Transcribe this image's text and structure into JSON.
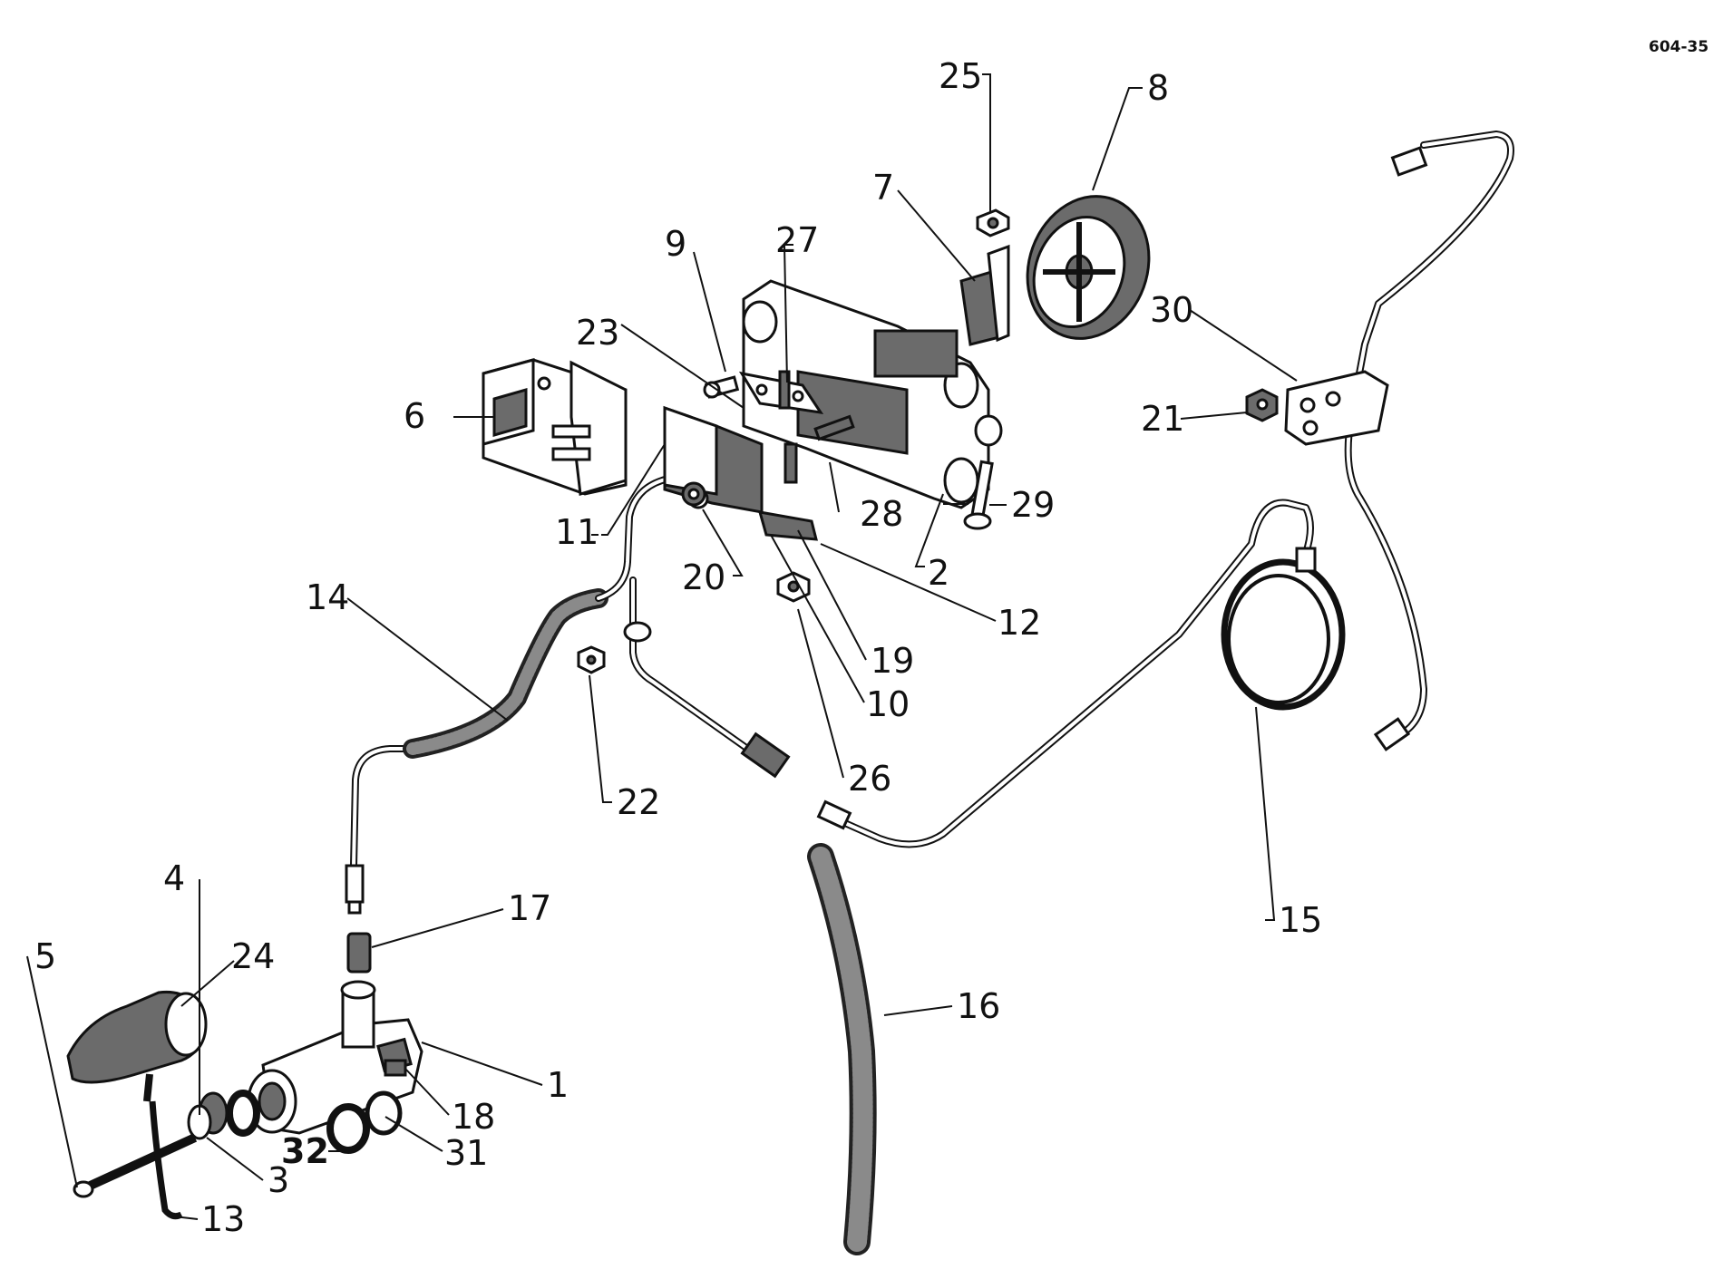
{
  "reference": "604-35",
  "callouts": [
    {
      "id": "1",
      "text": "1"
    },
    {
      "id": "2",
      "text": "2"
    },
    {
      "id": "3",
      "text": "3"
    },
    {
      "id": "4",
      "text": "4"
    },
    {
      "id": "5",
      "text": "5"
    },
    {
      "id": "6",
      "text": "6"
    },
    {
      "id": "7",
      "text": "7"
    },
    {
      "id": "8",
      "text": "8"
    },
    {
      "id": "9",
      "text": "9"
    },
    {
      "id": "10",
      "text": "10"
    },
    {
      "id": "11",
      "text": "11"
    },
    {
      "id": "12",
      "text": "12"
    },
    {
      "id": "13",
      "text": "13"
    },
    {
      "id": "14",
      "text": "14"
    },
    {
      "id": "15",
      "text": "15"
    },
    {
      "id": "16",
      "text": "16"
    },
    {
      "id": "17",
      "text": "17"
    },
    {
      "id": "18",
      "text": "18"
    },
    {
      "id": "19",
      "text": "19"
    },
    {
      "id": "20",
      "text": "20"
    },
    {
      "id": "21",
      "text": "21"
    },
    {
      "id": "22",
      "text": "22"
    },
    {
      "id": "23",
      "text": "23"
    },
    {
      "id": "24",
      "text": "24"
    },
    {
      "id": "25",
      "text": "25"
    },
    {
      "id": "26",
      "text": "26"
    },
    {
      "id": "27",
      "text": "27"
    },
    {
      "id": "28",
      "text": "28"
    },
    {
      "id": "29",
      "text": "29"
    },
    {
      "id": "30",
      "text": "30"
    },
    {
      "id": "31",
      "text": "31"
    },
    {
      "id": "32",
      "text": "32"
    }
  ]
}
